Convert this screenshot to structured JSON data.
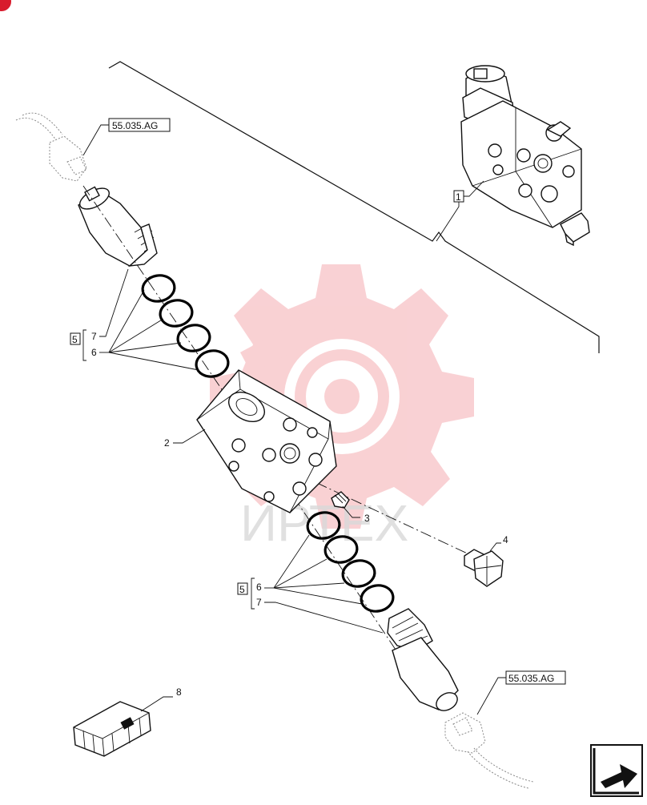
{
  "diagram": {
    "refs": {
      "top_left": "55.035.AG",
      "bottom_right": "55.035.AG"
    },
    "callouts": {
      "item_1": "1",
      "item_2": "2",
      "item_3": "3",
      "item_4": "4",
      "kit_upper": "5",
      "upper_a": "7",
      "upper_b": "6",
      "kit_lower": "5",
      "lower_a": "6",
      "lower_b": "7",
      "item_8": "8"
    },
    "watermark_text": "ИРТЕХ",
    "colors": {
      "line": "#111111",
      "watermark": "#f4b6b8",
      "corner_badge": "#d81b2c"
    },
    "icons": [
      "corner-badge-icon",
      "navigation-arrow-icon",
      "crate-icon",
      "gear-watermark-icon"
    ]
  }
}
